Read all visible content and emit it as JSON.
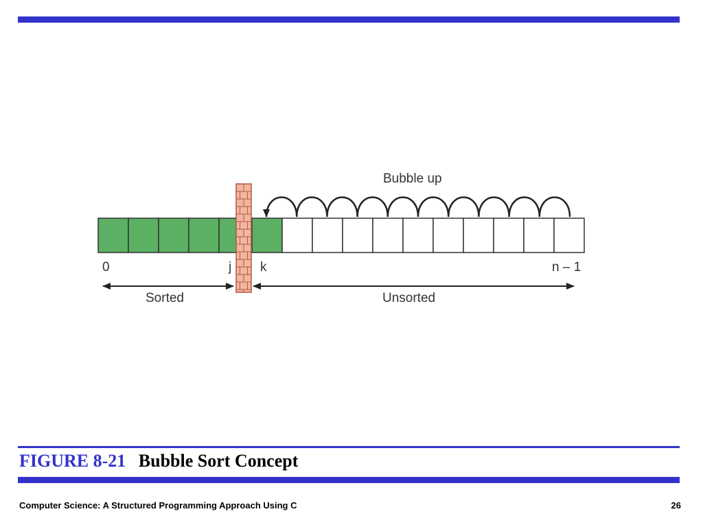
{
  "slide": {
    "caption_number": "FIGURE 8-21",
    "caption_title": "Bubble Sort Concept",
    "footer_text": "Computer Science: A Structured Programming Approach Using C",
    "page_number": "26"
  },
  "diagram": {
    "bubble_label": "Bubble up",
    "index_start": "0",
    "index_j": "j",
    "index_k": "k",
    "index_end": "n – 1",
    "sorted_label": "Sorted",
    "unsorted_label": "Unsorted",
    "sorted_cell_count": 5,
    "k_cell_count": 1,
    "unsorted_cell_count": 10,
    "bubble_hop_count": 10
  },
  "colors": {
    "accent": "#3333cc",
    "sorted_fill": "#5cb063",
    "wall_fill": "#f2b5a0",
    "wall_stroke": "#b05a40"
  }
}
